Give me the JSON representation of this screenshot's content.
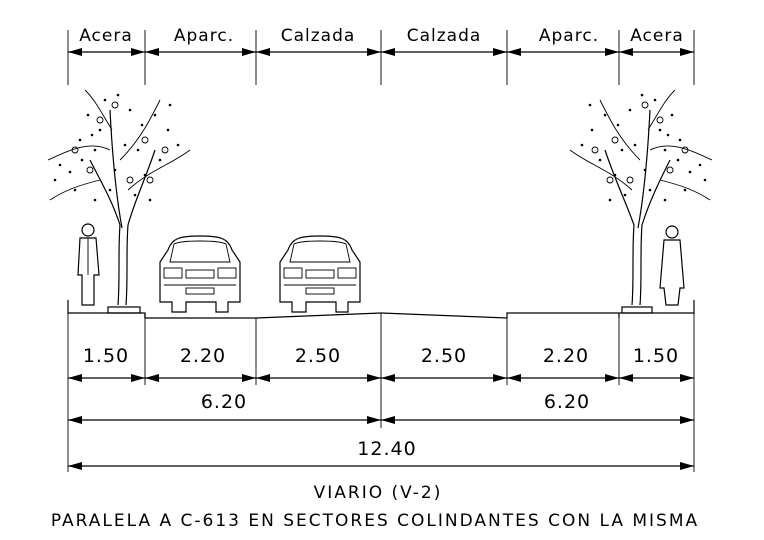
{
  "top_labels": [
    "Acera",
    "Aparc.",
    "Calzada",
    "Calzada",
    "Aparc.",
    "Acera"
  ],
  "segment_dims": [
    "1.50",
    "2.20",
    "2.50",
    "2.50",
    "2.20",
    "1.50"
  ],
  "half_totals": [
    "6.20",
    "6.20"
  ],
  "total": "12.40",
  "title": "VIARIO (V-2)",
  "subtitle": "PARALELA A C-613 EN SECTORES COLINDANTES CON LA MISMA"
}
